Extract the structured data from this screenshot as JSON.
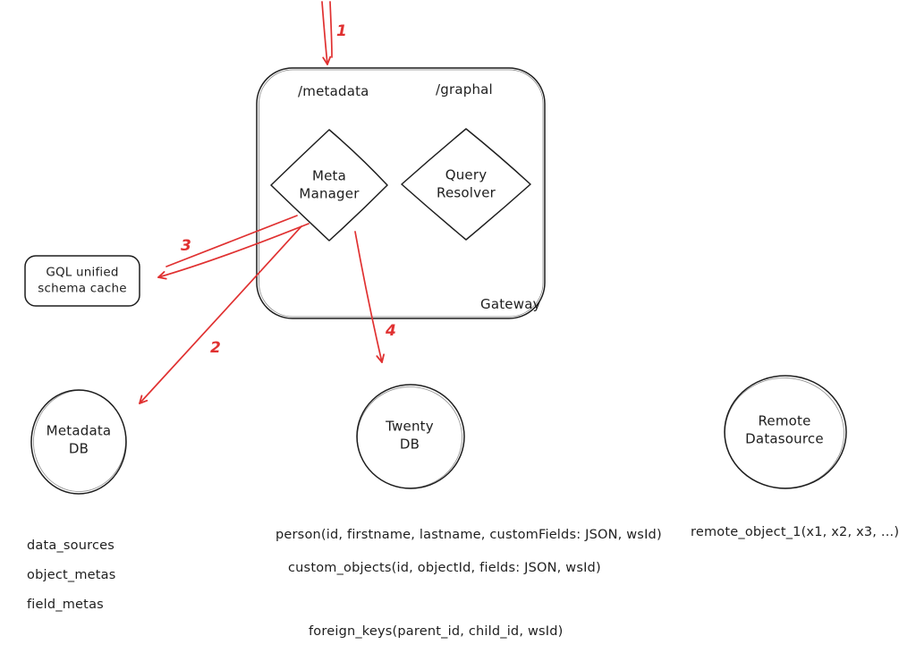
{
  "diagram": {
    "gateway": {
      "label": "Gateway",
      "endpoint_metadata": "/metadata",
      "endpoint_graphql": "/graphal",
      "meta_manager": "Meta\nManager",
      "query_resolver": "Query\nResolver"
    },
    "cache_box": {
      "label": "GQL unified\nschema cache"
    },
    "nodes": {
      "metadata_db": "Metadata\nDB",
      "twenty_db": "Twenty\nDB",
      "remote_datasource": "Remote\nDatasource"
    },
    "arrows": {
      "a1": "1",
      "a2": "2",
      "a3": "3",
      "a4": "4"
    },
    "annotations": {
      "metadata_tables": [
        "data_sources",
        "object_metas",
        "field_metas"
      ],
      "person_table": "person(id, firstname, lastname, customFields: JSON, wsId)",
      "custom_objects_table": "custom_objects(id, objectId, fields: JSON, wsId)",
      "remote_object": "remote_object_1(x1, x2, x3, ...)",
      "foreign_keys": "foreign_keys(parent_id, child_id, wsId)"
    },
    "colors": {
      "stroke": "#1e1e1e",
      "arrow": "#e03131"
    }
  }
}
